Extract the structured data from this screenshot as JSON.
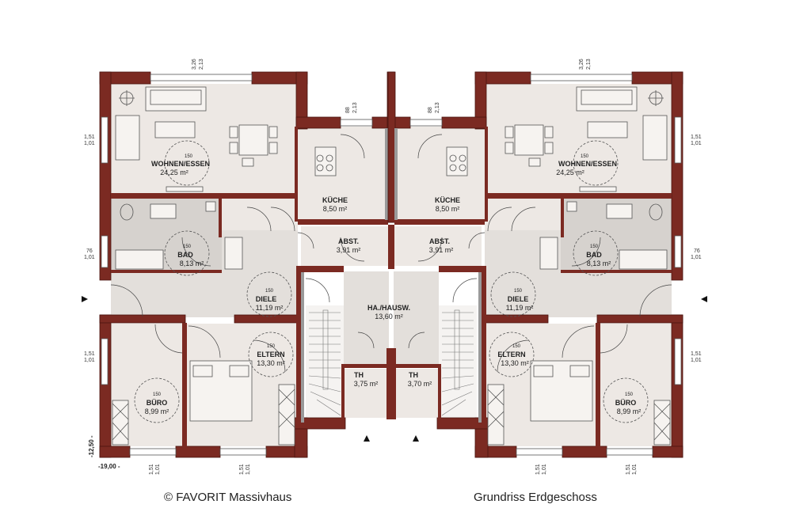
{
  "rooms_left": {
    "wohnen": {
      "name": "WOHNEN/ESSEN",
      "area": "24,25 m²",
      "num": "150"
    },
    "kueche": {
      "name": "KÜCHE",
      "area": "8,50 m²"
    },
    "abst": {
      "name": "ABST.",
      "area": "3,91 m²"
    },
    "bad": {
      "name": "BAD",
      "area": "8,13 m²",
      "num": "150"
    },
    "diele": {
      "name": "DIELE",
      "area": "11,19 m²",
      "num": "150"
    },
    "eltern": {
      "name": "ELTERN",
      "area": "13,30 m²",
      "num": "150"
    },
    "buero": {
      "name": "BÜRO",
      "area": "8,99 m²",
      "num": "150"
    },
    "th": {
      "name": "TH",
      "area": "3,75 m²"
    }
  },
  "rooms_right": {
    "wohnen": {
      "name": "WOHNEN/ESSEN",
      "area": "24,25 m²",
      "num": "150"
    },
    "kueche": {
      "name": "KÜCHE",
      "area": "8,50 m²"
    },
    "abst": {
      "name": "ABST.",
      "area": "3,91 m²"
    },
    "bad": {
      "name": "BAD",
      "area": "8,13 m²",
      "num": "150"
    },
    "diele": {
      "name": "DIELE",
      "area": "11,19 m²",
      "num": "150"
    },
    "eltern": {
      "name": "ELTERN",
      "area": "13,30 m²",
      "num": "150"
    },
    "buero": {
      "name": "BÜRO",
      "area": "8,99 m²",
      "num": "150"
    },
    "th": {
      "name": "TH",
      "area": "3,70 m²"
    }
  },
  "hall": {
    "name": "HA./HAUSW.",
    "area": "13,60 m²"
  },
  "dimensions": {
    "width": "-19,00 -",
    "depth": "-12,50 -",
    "win_a": "3,26",
    "win_a2": "2,13",
    "win_b": "88",
    "win_b2": "2,13",
    "win_c": "1,51",
    "win_c2": "1,01",
    "win_d": "76",
    "win_d2": "1,01"
  },
  "captions": {
    "left": "© FAVORIT Massivhaus",
    "right": "Grundriss Erdgeschoss"
  },
  "colors": {
    "wall": "#7b2a22",
    "wall_border": "#4a1510",
    "floor_living": "#ede8e4",
    "floor_wet": "#d6d2ce",
    "floor_hall": "#e3dfdb",
    "floor_stair": "#f5f3f1"
  }
}
